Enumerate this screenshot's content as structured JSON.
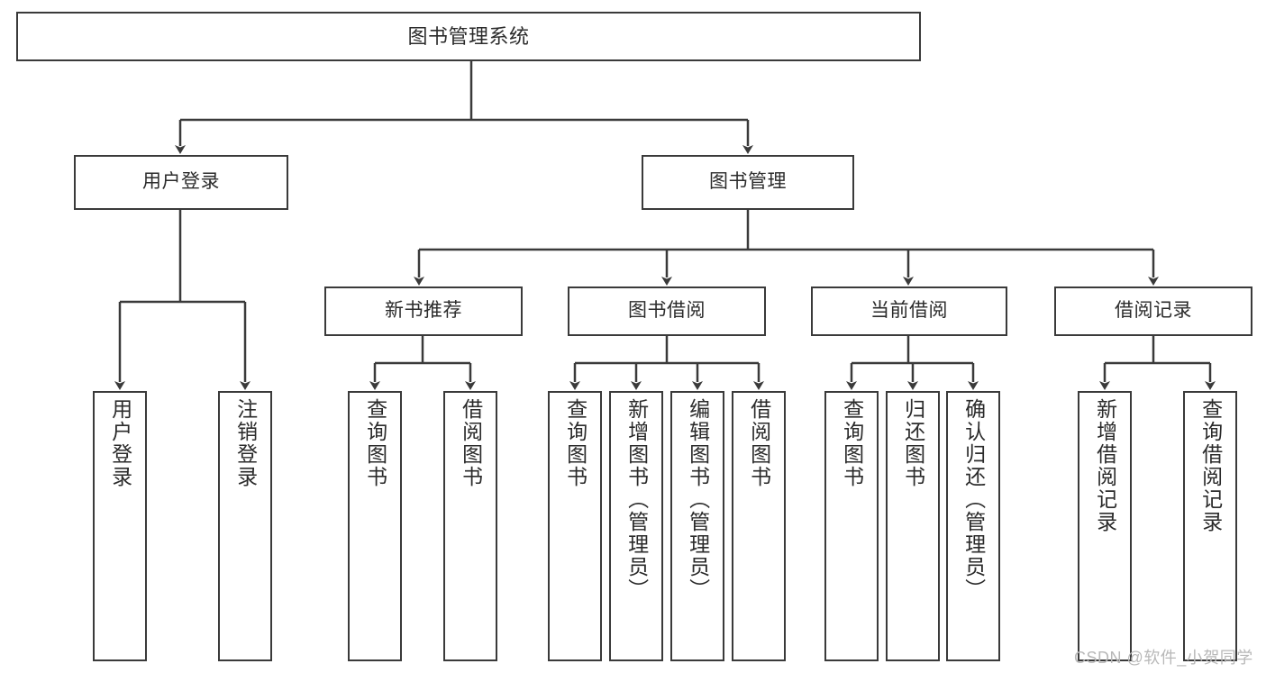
{
  "diagram": {
    "title": "图书管理系统",
    "type": "tree-hierarchy",
    "watermark": "CSDN @软件_小贺同学",
    "colors": {
      "stroke": "#3a3a3a",
      "fill": "#ffffff",
      "text": "#2b2b2b",
      "watermark": "#b8b8b8"
    },
    "nodes": {
      "root": {
        "label": "图书管理系统"
      },
      "level2": [
        {
          "label": "用户登录"
        },
        {
          "label": "图书管理"
        }
      ],
      "level3": [
        {
          "label": "新书推荐"
        },
        {
          "label": "图书借阅"
        },
        {
          "label": "当前借阅"
        },
        {
          "label": "借阅记录"
        }
      ],
      "leaves": {
        "user_login": [
          {
            "label": "用户登录"
          },
          {
            "label": "注销登录"
          }
        ],
        "new_book_recommend": [
          {
            "label": "查询图书"
          },
          {
            "label": "借阅图书"
          }
        ],
        "book_borrow": [
          {
            "label": "查询图书"
          },
          {
            "label": "新增图书（管理员）"
          },
          {
            "label": "编辑图书（管理员）"
          },
          {
            "label": "借阅图书"
          }
        ],
        "current_borrow": [
          {
            "label": "查询图书"
          },
          {
            "label": "归还图书"
          },
          {
            "label": "确认归还（管理员）"
          }
        ],
        "borrow_record": [
          {
            "label": "新增借阅记录"
          },
          {
            "label": "查询借阅记录"
          }
        ]
      }
    }
  }
}
